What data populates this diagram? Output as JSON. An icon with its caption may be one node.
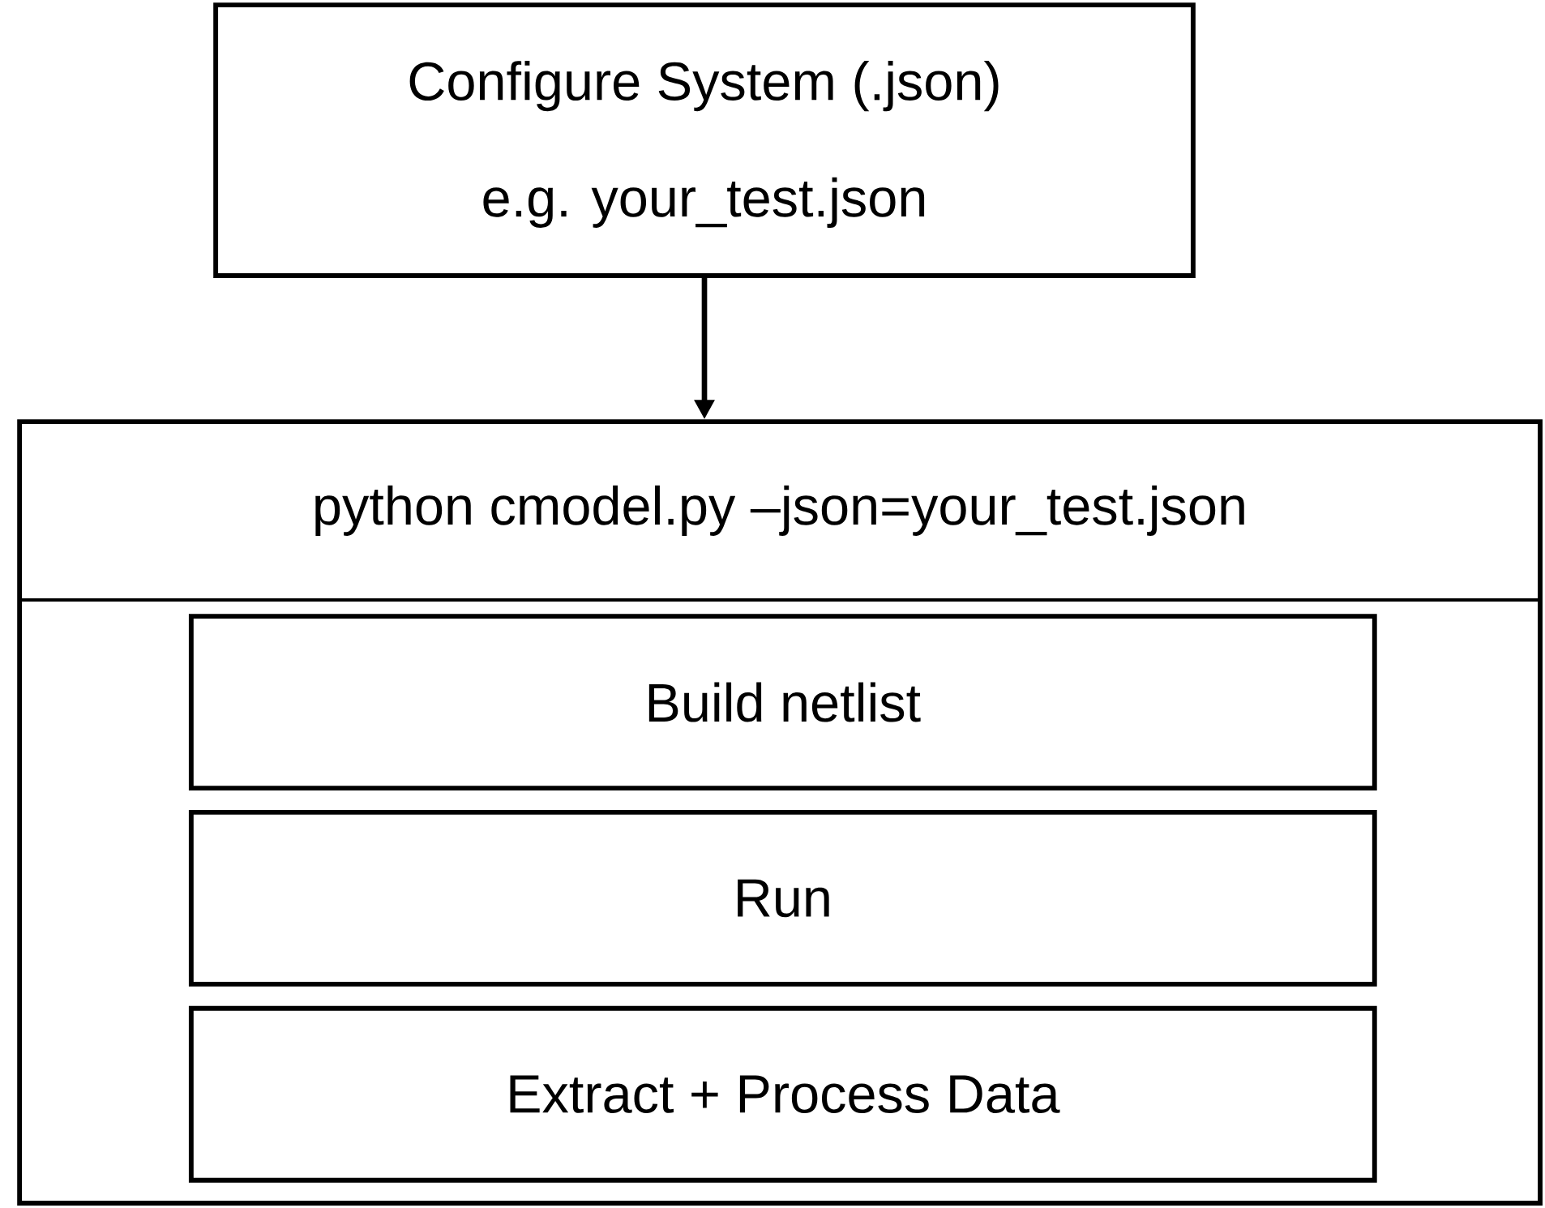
{
  "diagram": {
    "nodes": [
      {
        "text": [
          "Configure System (.json)",
          "e.g. your_test.json"
        ]
      },
      {
        "text": [
          "python cmodel.py –json=your_test.json"
        ]
      },
      {
        "text": [
          "Build netlist"
        ],
        "in": 1
      },
      {
        "text": [
          "Run"
        ],
        "in": 1
      },
      {
        "text": [
          "Extract + Process Data"
        ],
        "in": 1
      }
    ],
    "edges": [
      {
        "from": 0,
        "to": 1,
        "arrow": "to"
      }
    ]
  }
}
